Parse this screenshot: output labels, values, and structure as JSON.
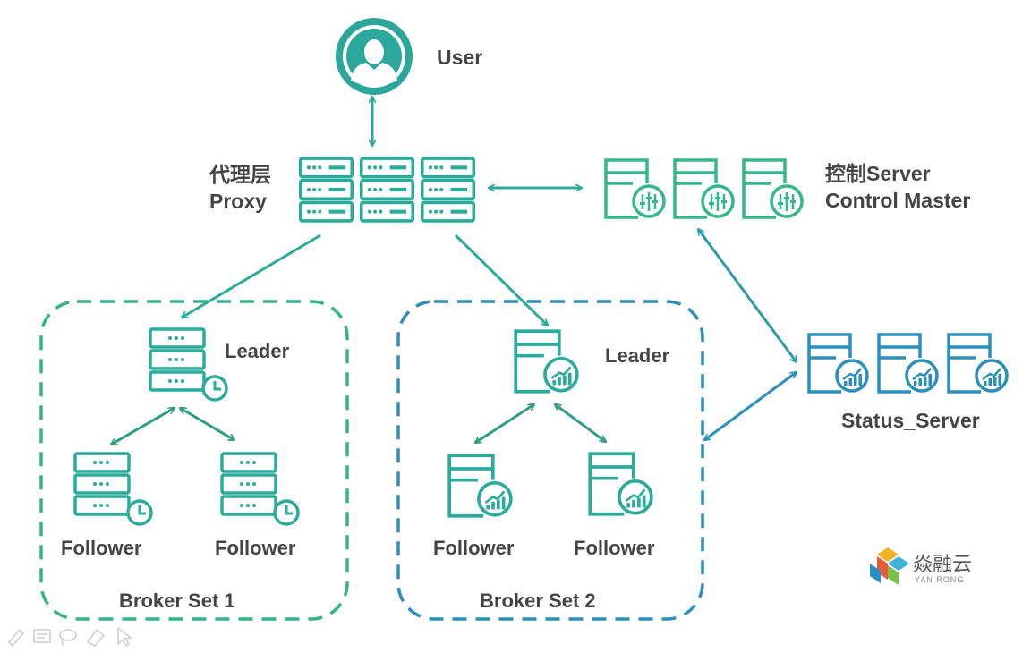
{
  "user": {
    "label": "User"
  },
  "proxy": {
    "label_cn": "代理层",
    "label_en": "Proxy"
  },
  "control": {
    "label_cn": "控制Server",
    "label_en": "Control Master"
  },
  "status_server": {
    "label": "Status_Server"
  },
  "broker_sets": [
    {
      "name": "Broker Set 1",
      "leader": "Leader",
      "followers": [
        "Follower",
        "Follower"
      ]
    },
    {
      "name": "Broker Set 2",
      "leader": "Leader",
      "followers": [
        "Follower",
        "Follower"
      ]
    }
  ],
  "logo": {
    "cn": "焱融云",
    "en": "YAN RONG"
  },
  "colors": {
    "teal": "#2bab9c",
    "green": "#34b889",
    "blue": "#2a8fbd",
    "label": "#444444"
  },
  "icons": [
    "user-icon",
    "server-rack-icon",
    "server-gauge-icon",
    "server-clock-icon",
    "server-chart-icon",
    "pen-icon",
    "whiteboard-icon",
    "lasso-icon",
    "eraser-icon",
    "cursor-icon"
  ]
}
